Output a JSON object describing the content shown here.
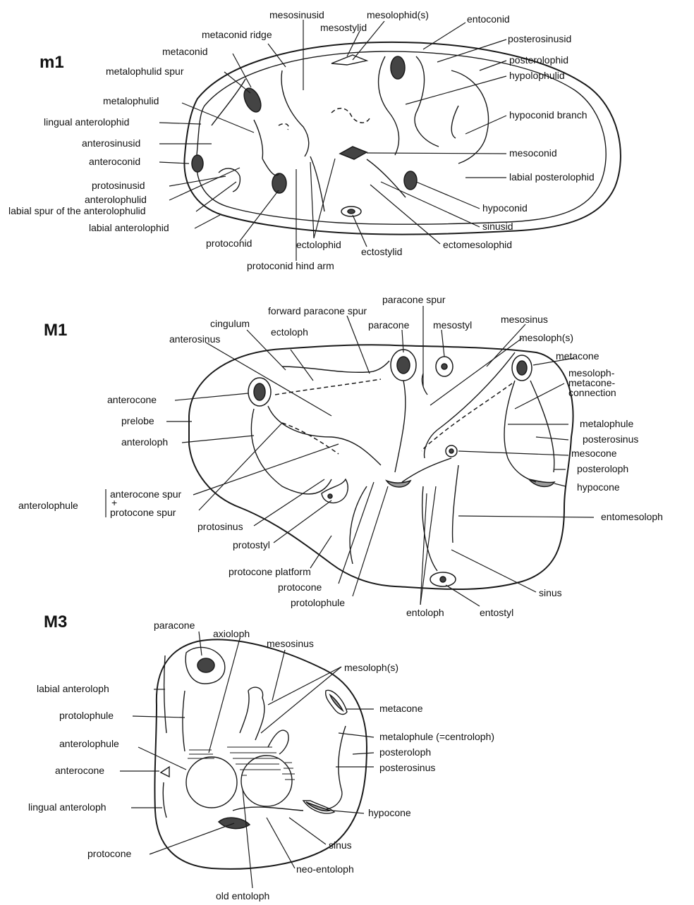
{
  "titles": {
    "m1": "m1",
    "M1": "M1",
    "M3": "M3"
  },
  "m1_labels": {
    "mesosinusid": "mesosinusid",
    "mesolophids": "mesolophid(s)",
    "entoconid": "entoconid",
    "metaconid_ridge": "metaconid ridge",
    "mesostylid": "mesostylid",
    "posterosinusid": "posterosinusid",
    "metaconid": "metaconid",
    "posterolophid": "posterolophid",
    "metalophulid_spur": "metalophulid spur",
    "hypolophulid": "hypolophulid",
    "metalophulid": "metalophulid",
    "hypoconid_branch": "hypoconid branch",
    "lingual_anterolophid": "lingual anterolophid",
    "anterosinusid": "anterosinusid",
    "mesoconid": "mesoconid",
    "anteroconid": "anteroconid",
    "labial_posterolophid": "labial posterolophid",
    "protosinusid": "protosinusid",
    "anterolophulid": "anterolophulid",
    "hypoconid": "hypoconid",
    "labial_spur": "labial spur of the anterolophulid",
    "sinusid": "sinusid",
    "labial_anterolophid": "labial anterolophid",
    "protoconid": "protoconid",
    "ectolophid": "ectolophid",
    "ectomesolophid": "ectomesolophid",
    "ectostylid": "ectostylid",
    "protoconid_hind_arm": "protoconid hind arm"
  },
  "M1_labels": {
    "paracone_spur": "paracone spur",
    "forward_paracone_spur": "forward paracone spur",
    "cingulum": "cingulum",
    "paracone": "paracone",
    "mesostyl": "mesostyl",
    "mesosinus": "mesosinus",
    "anterosinus": "anterosinus",
    "ectoloph": "ectoloph",
    "mesolophs": "mesoloph(s)",
    "metacone": "metacone",
    "mesoloph_connection_1": "mesoloph-",
    "mesoloph_connection_2": "metacone-",
    "mesoloph_connection_3": "connection",
    "anterocone": "anterocone",
    "prelobe": "prelobe",
    "metalophule": "metalophule",
    "anteroloph": "anteroloph",
    "posterosinus": "posterosinus",
    "mesocone": "mesocone",
    "posteroloph": "posteroloph",
    "hypocone": "hypocone",
    "anterolophule": "anterolophule",
    "anterocone_spur": "anterocone spur",
    "plus": "+",
    "protocone_spur": "protocone spur",
    "entomesoloph": "entomesoloph",
    "protosinus": "protosinus",
    "protostyl": "protostyl",
    "protocone_platform": "protocone platform",
    "protocone": "protocone",
    "protolophule": "protolophule",
    "sinus": "sinus",
    "entoloph": "entoloph",
    "entostyl": "entostyl"
  },
  "M3_labels": {
    "paracone": "paracone",
    "axioloph": "axioloph",
    "mesosinus": "mesosinus",
    "mesolophs": "mesoloph(s)",
    "labial_anteroloph": "labial anteroloph",
    "metacone": "metacone",
    "protolophule": "protolophule",
    "metalophule": "metalophule (=centroloph)",
    "anterolophule": "anterolophule",
    "posteroloph": "posteroloph",
    "posterosinus": "posterosinus",
    "anterocone": "anterocone",
    "lingual_anteroloph": "lingual anteroloph",
    "hypocone": "hypocone",
    "sinus": "sinus",
    "protocone": "protocone",
    "neo_entoloph": "neo-entoloph",
    "old_entoloph": "old entoloph"
  }
}
